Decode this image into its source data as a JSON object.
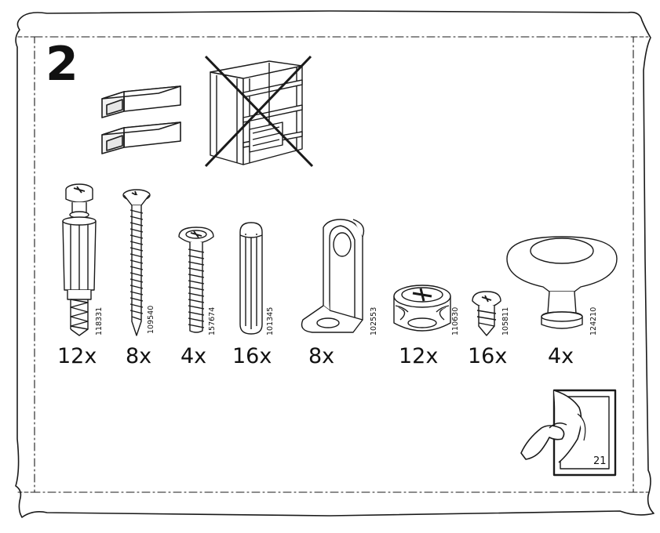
{
  "step_number": "2",
  "parts": [
    {
      "id": "cam-dowel",
      "part_no": "118331",
      "qty": "12x"
    },
    {
      "id": "wood-screw",
      "part_no": "109540",
      "qty": "8x"
    },
    {
      "id": "machine-screw",
      "part_no": "157674",
      "qty": "4x"
    },
    {
      "id": "wood-dowel",
      "part_no": "101345",
      "qty": "16x"
    },
    {
      "id": "angle-bracket",
      "part_no": "102553",
      "qty": "8x"
    },
    {
      "id": "cam-lock",
      "part_no": "110630",
      "qty": "12x"
    },
    {
      "id": "small-screw",
      "part_no": "105811",
      "qty": "16x"
    },
    {
      "id": "knob",
      "part_no": "124210",
      "qty": "4x"
    }
  ],
  "page_reference": "21",
  "icons": [
    "drawers-icon",
    "crossed-frame-icon",
    "turn-page-icon"
  ]
}
